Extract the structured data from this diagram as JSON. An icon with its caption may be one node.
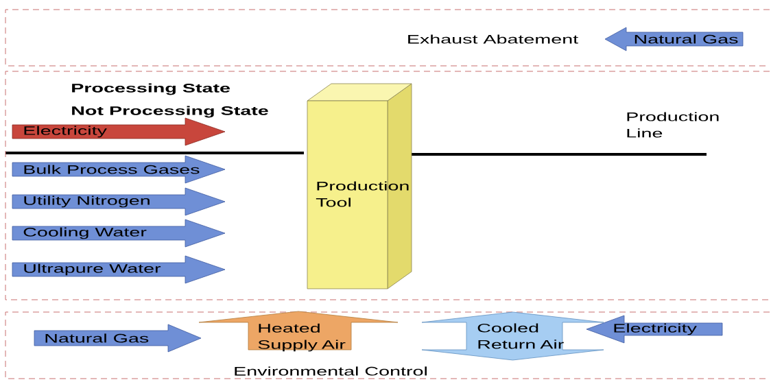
{
  "diagram": {
    "nodes": [
      {
        "text": [
          "Exhaust Abatement"
        ]
      },
      {
        "text": [
          "Natural Gas"
        ],
        "in": 0
      },
      {
        "text": [
          "Production Line"
        ]
      },
      {
        "text": [
          "Electricity"
        ],
        "in": 2
      },
      {
        "text": [
          "Bulk Process Gases"
        ],
        "in": 2
      },
      {
        "text": [
          "Utility Nitrogen"
        ],
        "in": 2
      },
      {
        "text": [
          "Cooling Water"
        ],
        "in": 2
      },
      {
        "text": [
          "Ultrapure Water"
        ],
        "in": 2
      },
      {
        "text": [
          "Production Tool"
        ],
        "in": 2
      },
      {
        "text": [
          "Environmental Control"
        ]
      },
      {
        "text": [
          "Natural Gas"
        ],
        "in": 9
      },
      {
        "text": [
          "Heated Supply Air"
        ],
        "in": 9
      },
      {
        "text": [
          "Cooled Return Air"
        ],
        "in": 9
      },
      {
        "text": [
          "Electricity"
        ],
        "in": 9
      }
    ],
    "edges": [],
    "labels": [
      "Processing State",
      "Not Processing State"
    ]
  }
}
